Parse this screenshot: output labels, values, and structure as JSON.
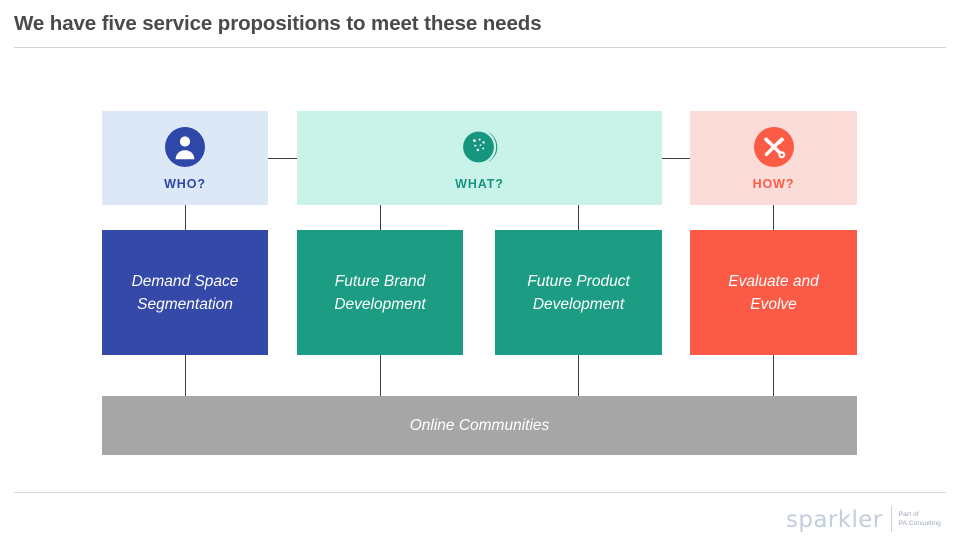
{
  "slide": {
    "title": "We have five service propositions to meet these needs"
  },
  "diagram": {
    "type": "process-map",
    "headers": [
      {
        "id": "who",
        "label": "WHO?",
        "icon": "person-icon",
        "bg": "#dde8f7",
        "accent": "#2e47a8"
      },
      {
        "id": "what",
        "label": "WHAT?",
        "icon": "sparkle-ball-icon",
        "bg": "#c9f2e9",
        "accent": "#16967e"
      },
      {
        "id": "how",
        "label": "HOW?",
        "icon": "tools-icon",
        "bg": "#fbdcd8",
        "accent": "#fc5b46"
      }
    ],
    "propositions": [
      {
        "id": "demand",
        "line1": "Demand Space",
        "line2": "Segmentation",
        "color": "#3449a8",
        "under": "who"
      },
      {
        "id": "brand",
        "line1": "Future Brand",
        "line2": "Development",
        "color": "#1b9c83",
        "under": "what"
      },
      {
        "id": "product",
        "line1": "Future Product",
        "line2": "Development",
        "color": "#1b9c83",
        "under": "what"
      },
      {
        "id": "evaluate",
        "line1": "Evaluate and",
        "line2": "Evolve",
        "color": "#fb5b46",
        "under": "how"
      }
    ],
    "foundation": {
      "id": "online-communities",
      "label": "Online Communities",
      "color": "#a6a6a6"
    }
  },
  "footer": {
    "brand_word": "sparkler",
    "brand_sub_line1": "Part of",
    "brand_sub_line2": "PA Consulting"
  }
}
